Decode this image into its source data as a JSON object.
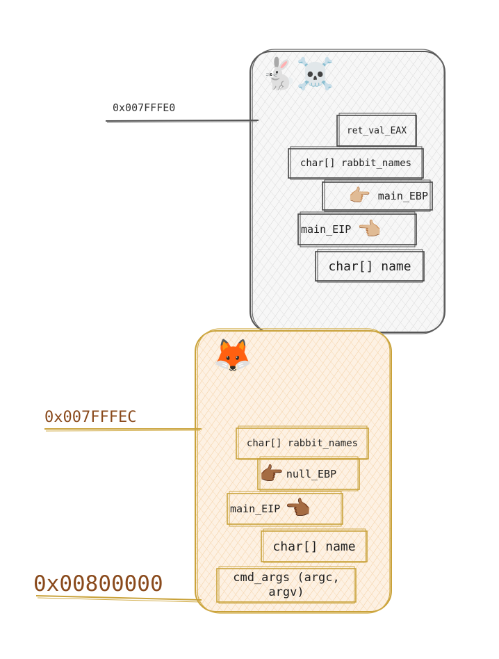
{
  "frames": {
    "upper": {
      "icons": [
        "rabbit-icon",
        "skull-crossbones-icon"
      ],
      "address": "0x007FFFE0",
      "cells": {
        "ret_val": "ret_val_EAX",
        "rabbit_names": "char[] rabbit_names",
        "ebp": "main_EBP",
        "eip": "main_EIP",
        "name": "char[] name"
      }
    },
    "lower": {
      "icons": [
        "fox-icon"
      ],
      "address": "0x007FFFEC",
      "base_address": "0x00800000",
      "cells": {
        "rabbit_names": "char[] rabbit_names",
        "ebp": "null_EBP",
        "eip": "main_EIP",
        "name": "char[] name",
        "cmd_args_line1": "cmd_args (argc,",
        "cmd_args_line2": "argv)"
      }
    }
  },
  "colors": {
    "upper_stroke": "#555555",
    "upper_fill": "#f2f2f2",
    "lower_stroke": "#c9a23a",
    "lower_fill": "#fbe9d2",
    "address_brown": "#8a4a1c",
    "hand_light": "#e9b98e",
    "hand_dark": "#7a4a2a"
  }
}
